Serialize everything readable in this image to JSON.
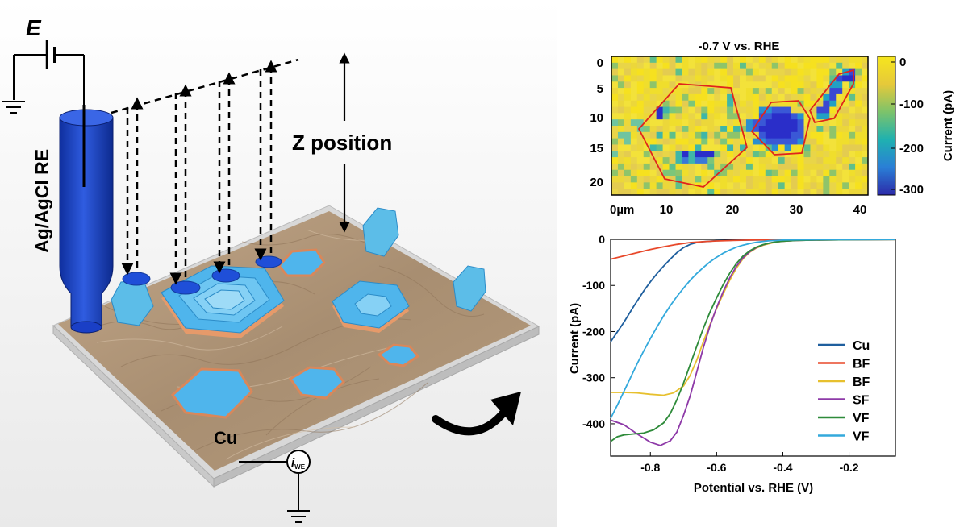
{
  "setup": {
    "potential_label": "E",
    "reference_electrode_label": "Ag/AgCl RE",
    "z_position_label": "Z position",
    "substrate_label": "Cu",
    "current_symbol": "i",
    "current_subscript": "WE"
  },
  "heatmap": {
    "title": "-0.7 V vs. RHE",
    "x_unit_label": "0µm",
    "x_ticks": [
      "10",
      "20",
      "30",
      "40"
    ],
    "y_ticks": [
      "0",
      "5",
      "10",
      "15",
      "20"
    ],
    "colorbar_ticks": [
      "0",
      "-100",
      "-200",
      "-300"
    ],
    "colorbar_label": "Current (pA)",
    "colors": {
      "high": "#f3e23a",
      "mid": "#21a7b8",
      "low": "#2a2ec9",
      "outline": "#e0241c"
    }
  },
  "chart_data": {
    "type": "line",
    "xlabel": "Potential vs. RHE (V)",
    "ylabel": "Current (pA)",
    "xlim": [
      -0.92,
      -0.06
    ],
    "ylim": [
      -470,
      0
    ],
    "xticks": [
      "-0.8",
      "-0.6",
      "-0.4",
      "-0.2"
    ],
    "yticks": [
      "0",
      "-100",
      "-200",
      "-300",
      "-400"
    ],
    "legend_position": "lower-right",
    "series": [
      {
        "name": "Cu",
        "color": "#1f5f9e",
        "x": [
          -0.92,
          -0.88,
          -0.85,
          -0.82,
          -0.8,
          -0.78,
          -0.76,
          -0.74,
          -0.72,
          -0.7,
          -0.68,
          -0.66,
          -0.64,
          -0.62,
          -0.6,
          -0.55,
          -0.5,
          -0.4,
          -0.3,
          -0.2,
          -0.06
        ],
        "y": [
          -222,
          -180,
          -145,
          -112,
          -92,
          -74,
          -58,
          -43,
          -29,
          -18,
          -11,
          -7,
          -5,
          -4,
          -3,
          -2,
          -1.5,
          -1,
          -0.5,
          -0.3,
          -0.2
        ]
      },
      {
        "name": "BF",
        "color": "#e8482a",
        "x": [
          -0.92,
          -0.88,
          -0.84,
          -0.8,
          -0.76,
          -0.72,
          -0.68,
          -0.64,
          -0.6,
          -0.55,
          -0.5,
          -0.45,
          -0.4,
          -0.3,
          -0.2,
          -0.06
        ],
        "y": [
          -43,
          -36,
          -29,
          -22,
          -16,
          -11,
          -7,
          -5,
          -3.5,
          -2.5,
          -1.5,
          -1,
          -0.8,
          -0.5,
          -0.3,
          -0.2
        ]
      },
      {
        "name": "BF",
        "color": "#e7c02e",
        "x": [
          -0.92,
          -0.88,
          -0.84,
          -0.8,
          -0.76,
          -0.73,
          -0.7,
          -0.68,
          -0.66,
          -0.64,
          -0.62,
          -0.6,
          -0.58,
          -0.56,
          -0.54,
          -0.52,
          -0.5,
          -0.48,
          -0.46,
          -0.44,
          -0.42,
          -0.4,
          -0.36,
          -0.3,
          -0.2,
          -0.06
        ],
        "y": [
          -332,
          -332,
          -333,
          -336,
          -338,
          -333,
          -318,
          -295,
          -262,
          -222,
          -185,
          -150,
          -118,
          -88,
          -62,
          -42,
          -28,
          -19,
          -13,
          -9,
          -6,
          -4,
          -2.5,
          -1.5,
          -0.8,
          -0.4
        ]
      },
      {
        "name": "SF",
        "color": "#8e3aa8",
        "x": [
          -0.92,
          -0.88,
          -0.84,
          -0.8,
          -0.77,
          -0.74,
          -0.72,
          -0.7,
          -0.68,
          -0.66,
          -0.64,
          -0.62,
          -0.6,
          -0.58,
          -0.56,
          -0.54,
          -0.52,
          -0.5,
          -0.48,
          -0.46,
          -0.44,
          -0.42,
          -0.4,
          -0.36,
          -0.3,
          -0.2,
          -0.06
        ],
        "y": [
          -392,
          -402,
          -422,
          -440,
          -447,
          -437,
          -418,
          -382,
          -340,
          -288,
          -235,
          -188,
          -148,
          -113,
          -83,
          -58,
          -40,
          -27,
          -18,
          -12,
          -8,
          -5.5,
          -4,
          -2.5,
          -1.5,
          -0.8,
          -0.4
        ]
      },
      {
        "name": "VF",
        "color": "#2e8b3a",
        "x": [
          -0.92,
          -0.9,
          -0.88,
          -0.85,
          -0.82,
          -0.79,
          -0.76,
          -0.74,
          -0.72,
          -0.7,
          -0.68,
          -0.66,
          -0.64,
          -0.62,
          -0.6,
          -0.58,
          -0.56,
          -0.54,
          -0.52,
          -0.5,
          -0.48,
          -0.46,
          -0.44,
          -0.42,
          -0.4,
          -0.36,
          -0.3,
          -0.2,
          -0.06
        ],
        "y": [
          -438,
          -428,
          -424,
          -422,
          -420,
          -413,
          -398,
          -378,
          -348,
          -312,
          -272,
          -232,
          -193,
          -158,
          -127,
          -98,
          -73,
          -52,
          -36,
          -25,
          -17,
          -11.5,
          -8,
          -5.5,
          -4,
          -2.5,
          -1.5,
          -0.8,
          -0.4
        ]
      },
      {
        "name": "VF",
        "color": "#33a9dc",
        "x": [
          -0.92,
          -0.9,
          -0.88,
          -0.86,
          -0.84,
          -0.82,
          -0.8,
          -0.78,
          -0.76,
          -0.74,
          -0.72,
          -0.7,
          -0.68,
          -0.66,
          -0.64,
          -0.62,
          -0.6,
          -0.58,
          -0.56,
          -0.54,
          -0.52,
          -0.5,
          -0.48,
          -0.46,
          -0.44,
          -0.42,
          -0.4,
          -0.36,
          -0.3,
          -0.2,
          -0.06
        ],
        "y": [
          -388,
          -360,
          -330,
          -300,
          -270,
          -242,
          -215,
          -190,
          -166,
          -144,
          -124,
          -106,
          -89,
          -74,
          -61,
          -49,
          -39,
          -30,
          -23,
          -17,
          -12.5,
          -9,
          -6.5,
          -4.5,
          -3,
          -2.2,
          -1.6,
          -1,
          -0.6,
          -0.3,
          -0.2
        ]
      }
    ]
  }
}
